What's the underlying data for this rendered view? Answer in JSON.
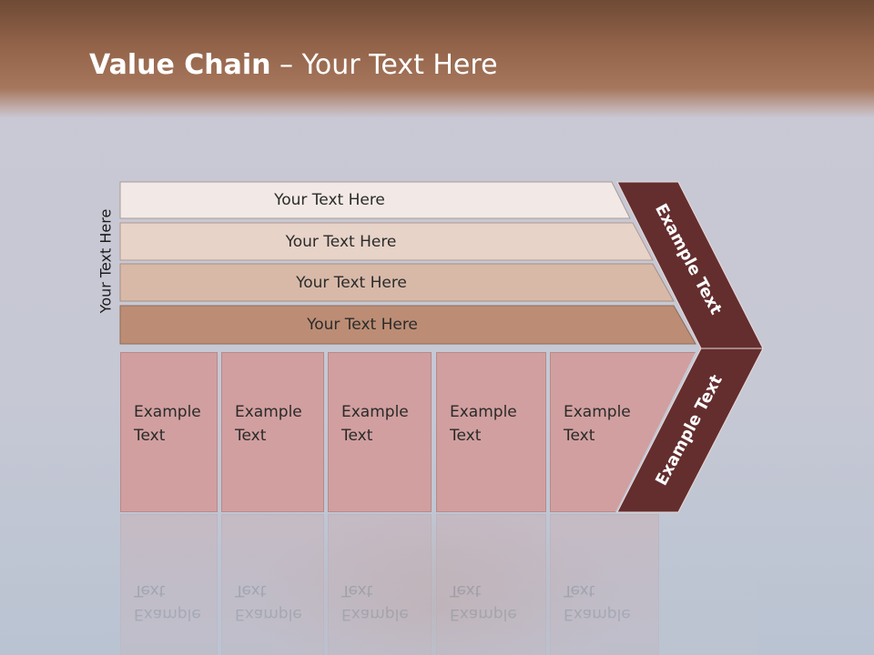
{
  "slide": {
    "title_bold": "Value Chain",
    "title_rest": " – Your Text Here",
    "side_label": "Your Text Here"
  },
  "bars": [
    {
      "label": "Your Text Here",
      "color": "#f2e9e6"
    },
    {
      "label": "Your Text Here",
      "color": "#e7d3c8"
    },
    {
      "label": "Your Text Here",
      "color": "#d8b9a8"
    },
    {
      "label": "Your Text Here",
      "color": "#bc8d74"
    }
  ],
  "columns": [
    {
      "line1": "Example",
      "line2": "Text"
    },
    {
      "line1": "Example",
      "line2": "Text"
    },
    {
      "line1": "Example",
      "line2": "Text"
    },
    {
      "line1": "Example",
      "line2": "Text"
    },
    {
      "line1": "Example",
      "line2": "Text"
    }
  ],
  "chevron": {
    "upper_text": "Example Text",
    "lower_text": "Example Text",
    "color": "#642e2e"
  },
  "colors": {
    "header": "#93644a",
    "column": "#d19f9f"
  }
}
